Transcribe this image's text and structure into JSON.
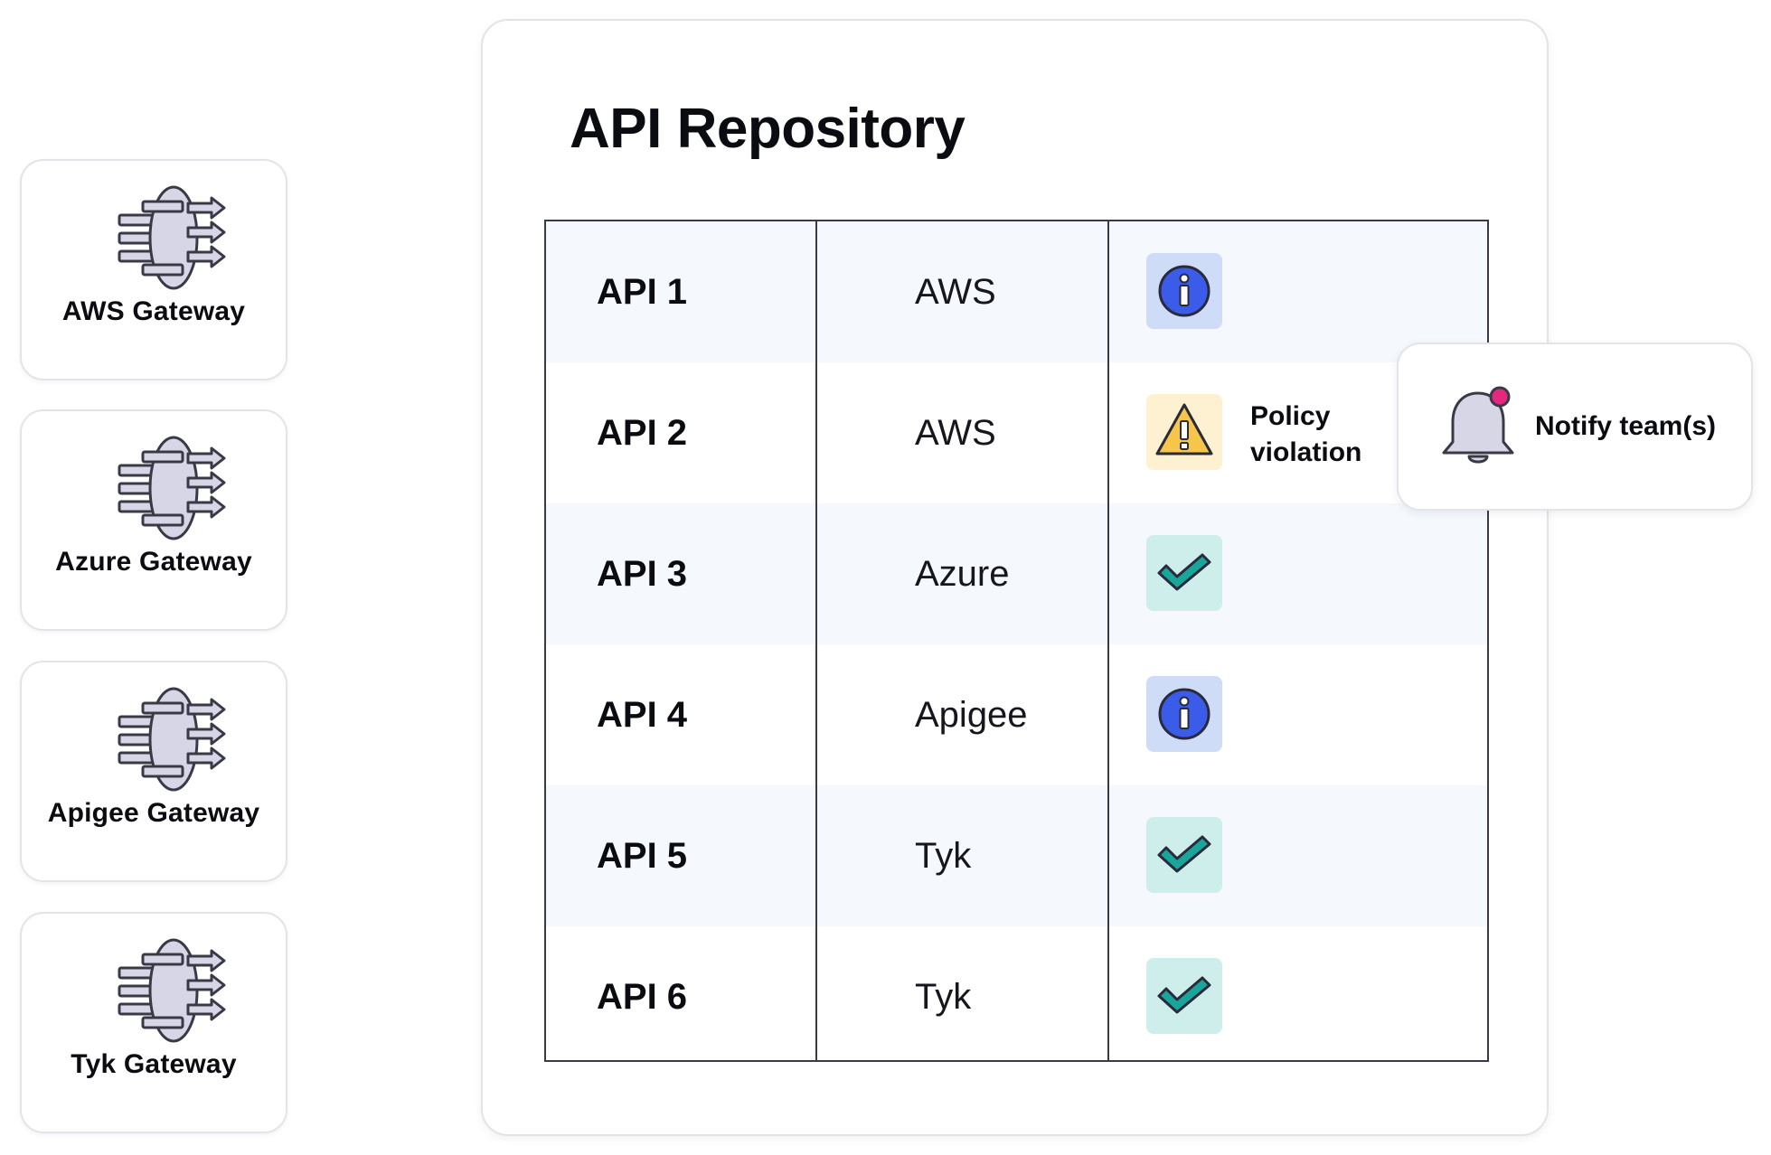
{
  "gateways": [
    {
      "label": "AWS Gateway"
    },
    {
      "label": "Azure Gateway"
    },
    {
      "label": "Apigee Gateway"
    },
    {
      "label": "Tyk Gateway"
    }
  ],
  "repository": {
    "title": "API Repository",
    "rows": [
      {
        "name": "API 1",
        "gateway": "AWS",
        "status": "info"
      },
      {
        "name": "API 2",
        "gateway": "AWS",
        "status": "warning",
        "note_line1": "Policy",
        "note_line2": "violation"
      },
      {
        "name": "API 3",
        "gateway": "Azure",
        "status": "ok"
      },
      {
        "name": "API 4",
        "gateway": "Apigee",
        "status": "info"
      },
      {
        "name": "API 5",
        "gateway": "Tyk",
        "status": "ok"
      },
      {
        "name": "API 6",
        "gateway": "Tyk",
        "status": "ok"
      }
    ]
  },
  "notify": {
    "label": "Notify team(s)",
    "icon": "bell-icon"
  },
  "colors": {
    "info": "#3b5ce8",
    "warning": "#f6c64a",
    "ok": "#1aa59b",
    "notification_dot": "#e6277e",
    "icon_fill": "#d7d6e6",
    "outline": "#3a3a46"
  }
}
